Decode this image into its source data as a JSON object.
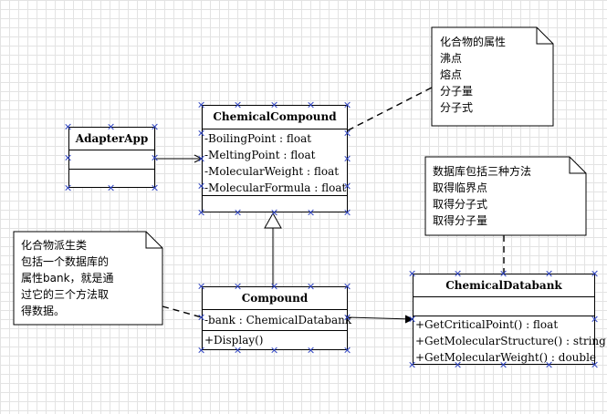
{
  "classes": {
    "adapter_app": {
      "name": "AdapterApp",
      "attributes": [],
      "operations": []
    },
    "chemical_compound": {
      "name": "ChemicalCompound",
      "attributes": [
        "-BoilingPoint : float",
        "-MeltingPoint : float",
        "-MolecularWeight : float",
        "-MolecularFormula : float"
      ],
      "operations": []
    },
    "compound": {
      "name": "Compound",
      "attributes": [
        "-bank : ChemicalDatabank"
      ],
      "operations": [
        "+Display()"
      ]
    },
    "chemical_databank": {
      "name": "ChemicalDatabank",
      "attributes": [],
      "operations": [
        "+GetCriticalPoint() : float",
        "+GetMolecularStructure() : string",
        "+GetMolecularWeight() : double"
      ]
    }
  },
  "notes": {
    "compound_properties": [
      "化合物的属性",
      "沸点",
      "熔点",
      "分子量",
      "分子式"
    ],
    "databank_methods": [
      "数据库包括三种方法",
      "取得临界点",
      "取得分子式",
      "取得分子量"
    ],
    "compound_derived": [
      "化合物派生类",
      "包括一个数据库的",
      "属性bank，就是通",
      "过它的三个方法取",
      "得数据。"
    ]
  },
  "colors": {
    "line": "#000000",
    "selection_handle": "#2a3fbf",
    "grid": "#e3e3e3"
  }
}
